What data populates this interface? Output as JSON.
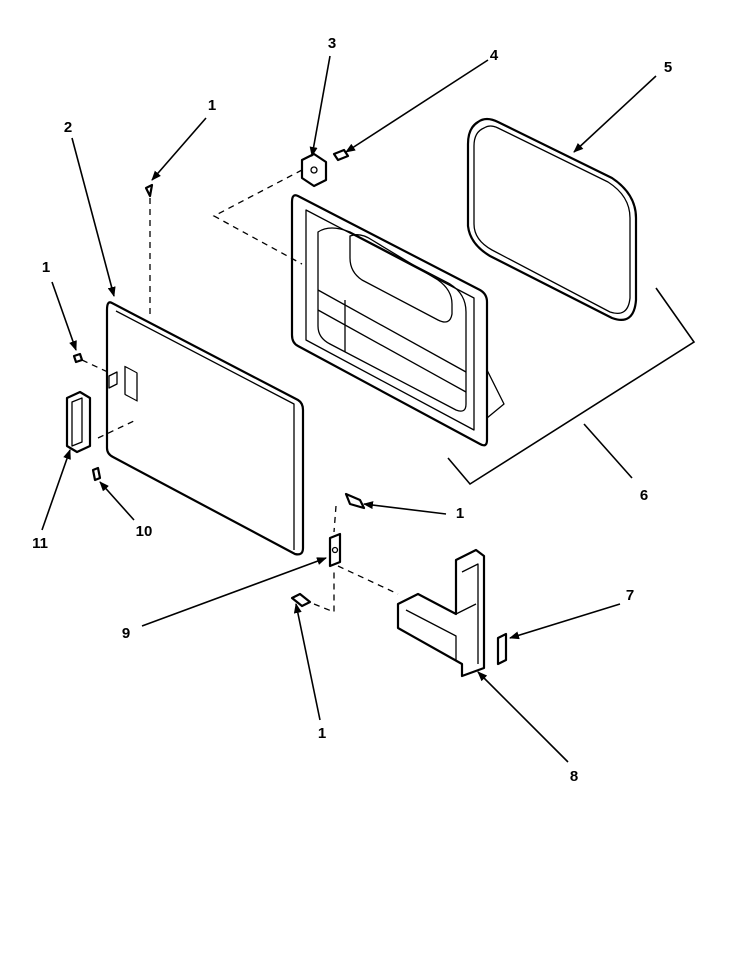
{
  "diagram": {
    "callouts": {
      "c1_top": "1",
      "c2": "2",
      "c3": "3",
      "c4": "4",
      "c5": "5",
      "c1_left": "1",
      "c6": "6",
      "c1_mid": "1",
      "c7": "7",
      "c9": "9",
      "c11": "11",
      "c10": "10",
      "c1_bottom": "1",
      "c8": "8"
    }
  }
}
